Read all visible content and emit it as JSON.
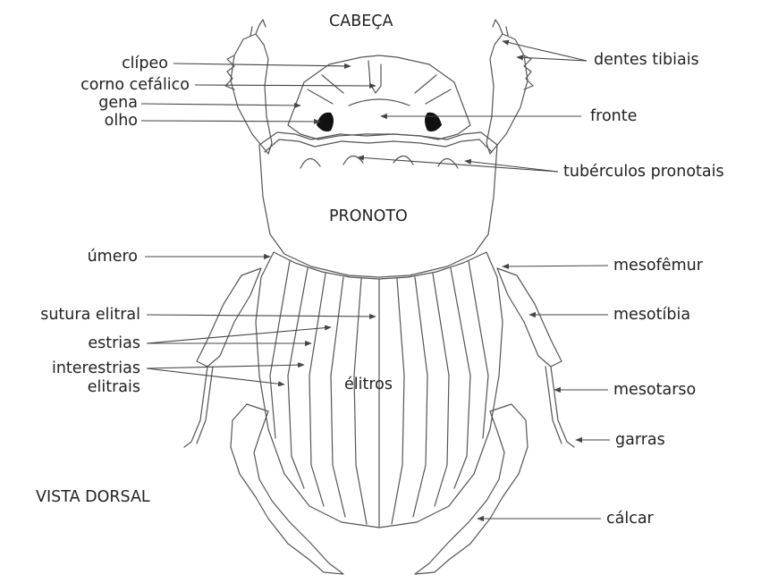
{
  "diagram": {
    "title_head": "CABEÇA",
    "view_label": "VISTA DORSAL",
    "region_pronoto": "PRONOTO",
    "region_elitros": "élitros",
    "left_labels": {
      "clipeo": "clípeo",
      "corno": "corno cefálico",
      "gena": "gena",
      "olho": "olho",
      "umero": "úmero",
      "sutura": "sutura elitral",
      "estrias": "estrias",
      "interestrias_1": "interestrias",
      "interestrias_2": "elitrais"
    },
    "right_labels": {
      "dentes": "dentes tibiais",
      "fronte": "fronte",
      "tuberculos": "tubérculos pronotais",
      "mesofemur": "mesofêmur",
      "mesotibia": "mesotíbia",
      "mesotarso": "mesotarso",
      "garras": "garras",
      "calcar": "cálcar"
    }
  }
}
